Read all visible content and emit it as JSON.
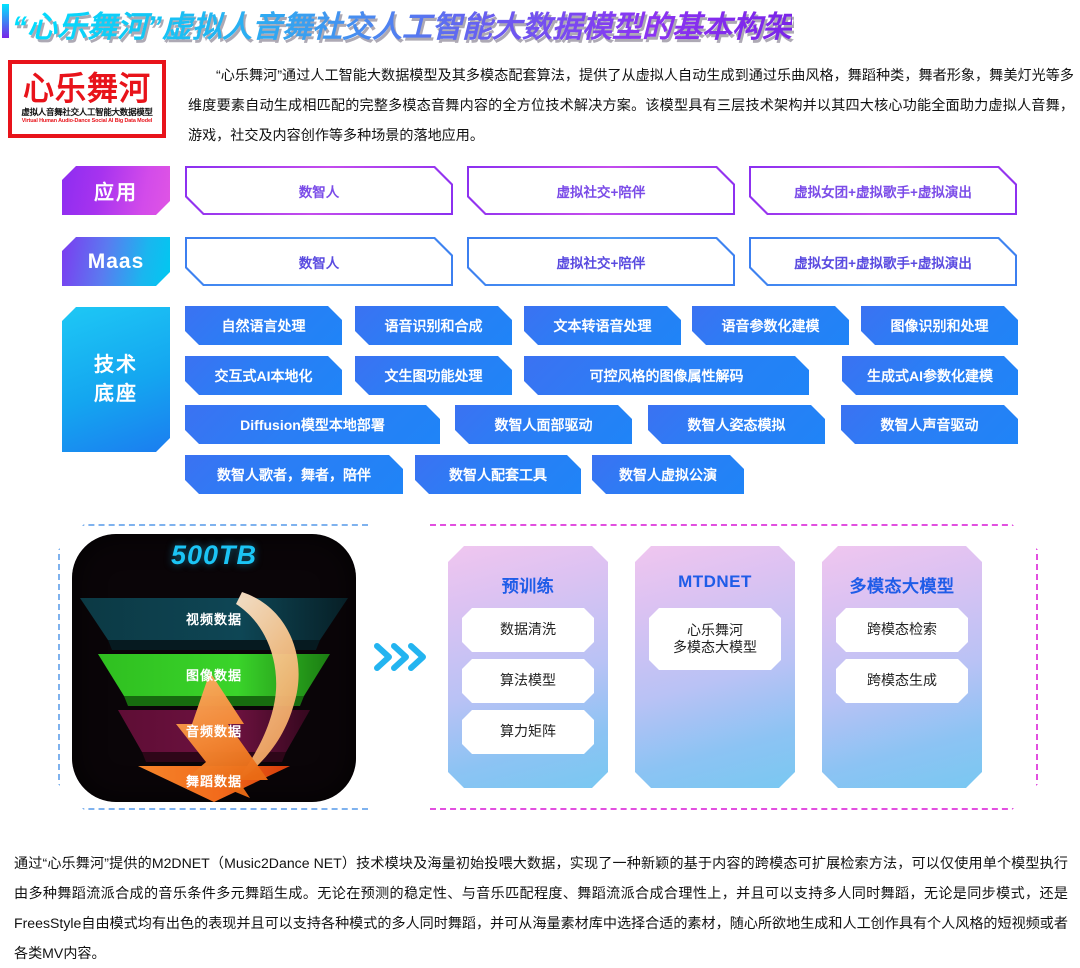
{
  "title": "“心乐舞河”虚拟人音舞社交人工智能大数据模型的基本构架",
  "logo": {
    "main": "心乐舞河",
    "sub": "虚拟人音舞社交人工智能大数据模型",
    "en": "Virtual Human Audio-Dance Social AI Big Data Model"
  },
  "intro": "“心乐舞河”通过人工智能大数据模型及其多模态配套算法，提供了从虚拟人自动生成到通过乐曲风格，舞蹈种类，舞者形象，舞美灯光等多维度要素自动生成相匹配的完整多模态音舞内容的全方位技术解决方案。该模型具有三层技术架构并以其四大核心功能全面助力虚拟人音舞，游戏，社交及内容创作等多种场景的落地应用。",
  "layers": {
    "app": {
      "label": "应用",
      "items": [
        "数智人",
        "虚拟社交+陪伴",
        "虚拟女团+虚拟歌手+虚拟演出"
      ]
    },
    "maas": {
      "label": "Maas",
      "items": [
        "数智人",
        "虚拟社交+陪伴",
        "虚拟女团+虚拟歌手+虚拟演出"
      ]
    },
    "tech": {
      "label_line1": "技术",
      "label_line2": "底座",
      "row1": [
        "自然语言处理",
        "语音识别和合成",
        "文本转语音处理",
        "语音参数化建模",
        "图像识别和处理"
      ],
      "row2": [
        "交互式AI本地化",
        "文生图功能处理",
        "可控风格的图像属性解码",
        "生成式AI参数化建模"
      ],
      "row3": [
        "Diffusion模型本地部署",
        "数智人面部驱动",
        "数智人姿态模拟",
        "数智人声音驱动"
      ],
      "row4": [
        "数智人歌者，舞者，陪伴",
        "数智人配套工具",
        "数智人虚拟公演"
      ]
    }
  },
  "funnel": {
    "capacity": "500TB",
    "layers": [
      {
        "label": "视频数据",
        "color": "#0d3b45"
      },
      {
        "label": "图像数据",
        "color": "#2cb81e"
      },
      {
        "label": "音频数据",
        "color": "#5c0d33"
      },
      {
        "label": "舞蹈数据",
        "color": "#f26a1b"
      }
    ]
  },
  "cards": [
    {
      "title": "预训练",
      "items": [
        "数据清洗",
        "算法模型",
        "算力矩阵"
      ]
    },
    {
      "title": "MTDNET",
      "items": [
        "心乐舞河\n多模态大模型"
      ]
    },
    {
      "title": "多模态大模型",
      "items": [
        "跨模态检索",
        "跨模态生成"
      ]
    }
  ],
  "arrow_icon": "chevrons-right-icon",
  "outro": "通过“心乐舞河”提供的M2DNET（Music2Dance NET）技术模块及海量初始投喂大数据，实现了一种新颖的基于内容的跨模态可扩展检索方法，可以仅使用单个模型执行由多种舞蹈流派合成的音乐条件多元舞蹈生成。无论在预测的稳定性、与音乐匹配程度、舞蹈流派合成合理性上，并且可以支持多人同时舞蹈，无论是同步模式，还是FreesStyle自由模式均有出色的表现并且可以支持各种模式的多人同时舞蹈，并可从海量素材库中选择合适的素材，随心所欲地生成和人工创作具有个人风格的短视频或者各类MV内容。",
  "colors": {
    "title_start": "#00e0ff",
    "title_end": "#7a24e8",
    "brand_red": "#e8131a",
    "tech_blue": "#2a7ef5",
    "accent_cyan": "#1bc4f5"
  }
}
